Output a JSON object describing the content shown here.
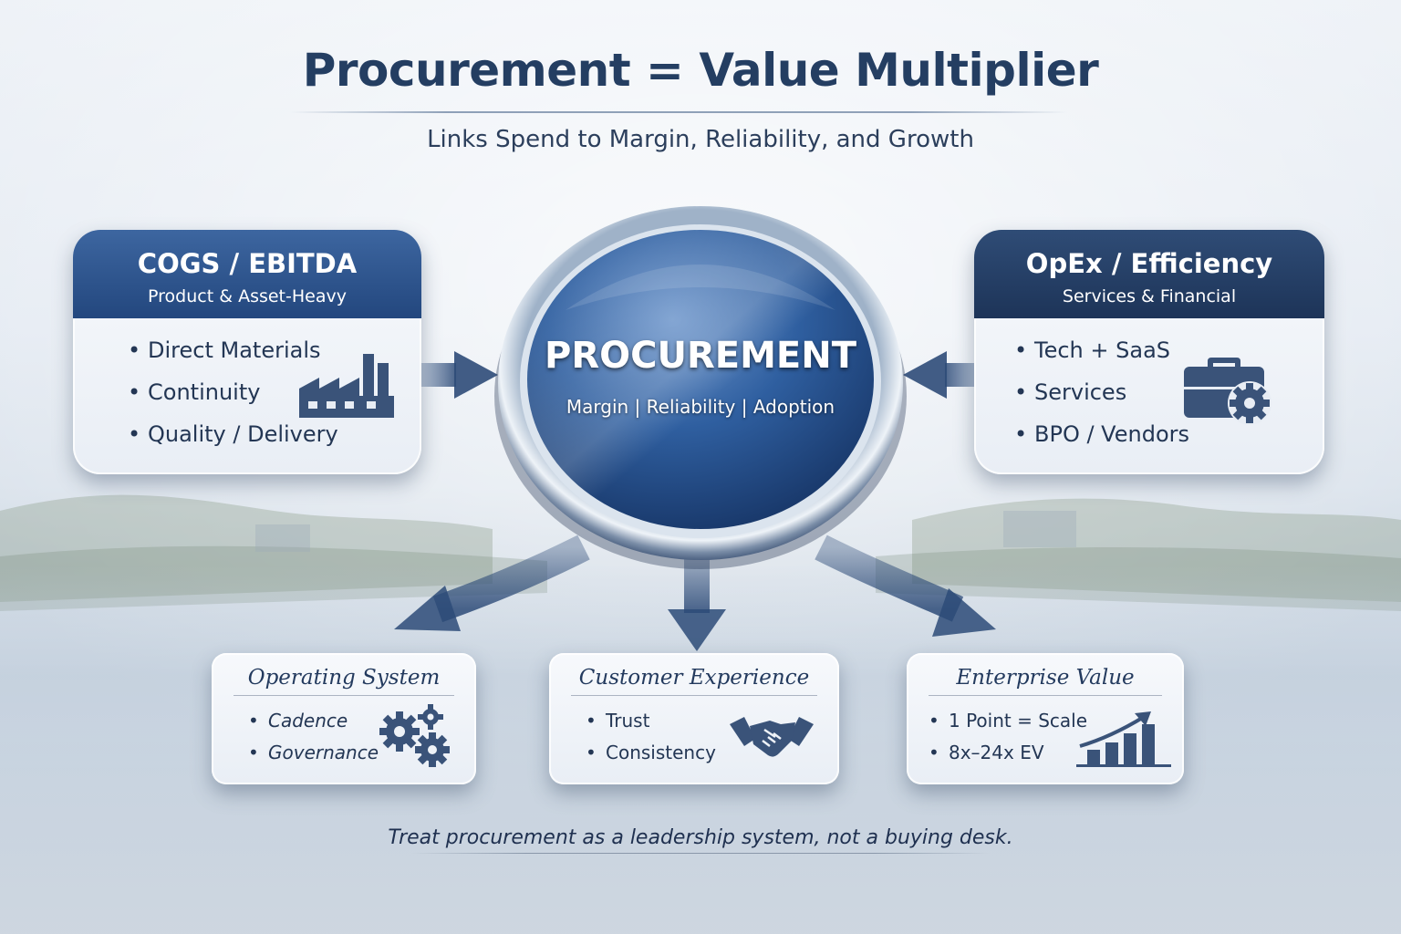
{
  "title": "Procurement = Value Multiplier",
  "subtitle": "Links Spend to Margin, Reliability, and Growth",
  "hub": {
    "title": "PROCUREMENT",
    "subtitle": "Margin | Reliability | Adoption"
  },
  "left_card": {
    "title": "COGS / EBITDA",
    "subtitle": "Product & Asset-Heavy",
    "items": [
      "Direct Materials",
      "Continuity",
      "Quality / Delivery"
    ],
    "icon": "factory-icon"
  },
  "right_card": {
    "title": "OpEx / Efficiency",
    "subtitle": "Services & Financial",
    "items": [
      "Tech + SaaS",
      "Services",
      "BPO / Vendors"
    ],
    "icon": "briefcase-gear-icon"
  },
  "bottom_cards": [
    {
      "title": "Operating System",
      "items": [
        "Cadence",
        "Governance"
      ],
      "icon": "gears-icon"
    },
    {
      "title": "Customer Experience",
      "items": [
        "Trust",
        "Consistency"
      ],
      "icon": "handshake-icon"
    },
    {
      "title": "Enterprise Value",
      "items": [
        "1 Point = Scale",
        "8x–24x EV"
      ],
      "icon": "growth-chart-icon"
    }
  ],
  "footer": "Treat procurement as a leadership system, not a buying desk.",
  "colors": {
    "primary_blue": "#2a5189",
    "navy": "#1d3458",
    "text_dark": "#233654",
    "background": "#e4eaf2"
  }
}
